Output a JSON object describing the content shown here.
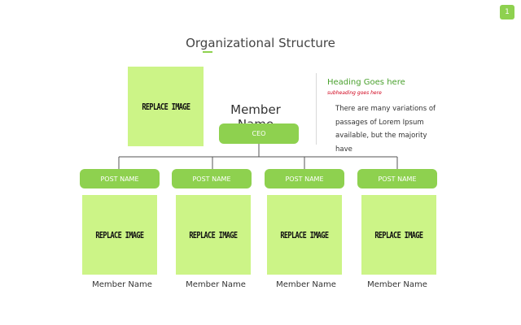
{
  "page_number": "1",
  "title": "Organizational Structure",
  "ceo": {
    "image_label": "REPLACE IMAGE",
    "name": "Member Name",
    "post": "CEO"
  },
  "info": {
    "heading": "Heading Goes here",
    "subheading": "subheading goes here",
    "body_lines": [
      "There are many variations of",
      "passages of Lorem Ipsum",
      "available, but the majority have"
    ]
  },
  "members": [
    {
      "post": "POST NAME",
      "image_label": "REPLACE IMAGE",
      "name": "Member Name"
    },
    {
      "post": "POST NAME",
      "image_label": "REPLACE IMAGE",
      "name": "Member Name"
    },
    {
      "post": "POST NAME",
      "image_label": "REPLACE IMAGE",
      "name": "Member Name"
    },
    {
      "post": "POST NAME",
      "image_label": "REPLACE IMAGE",
      "name": "Member Name"
    }
  ],
  "colors": {
    "accent": "#8ed14f",
    "image_placeholder": "#ccf487",
    "heading": "#4aa12e",
    "subheading": "#d0021b"
  }
}
